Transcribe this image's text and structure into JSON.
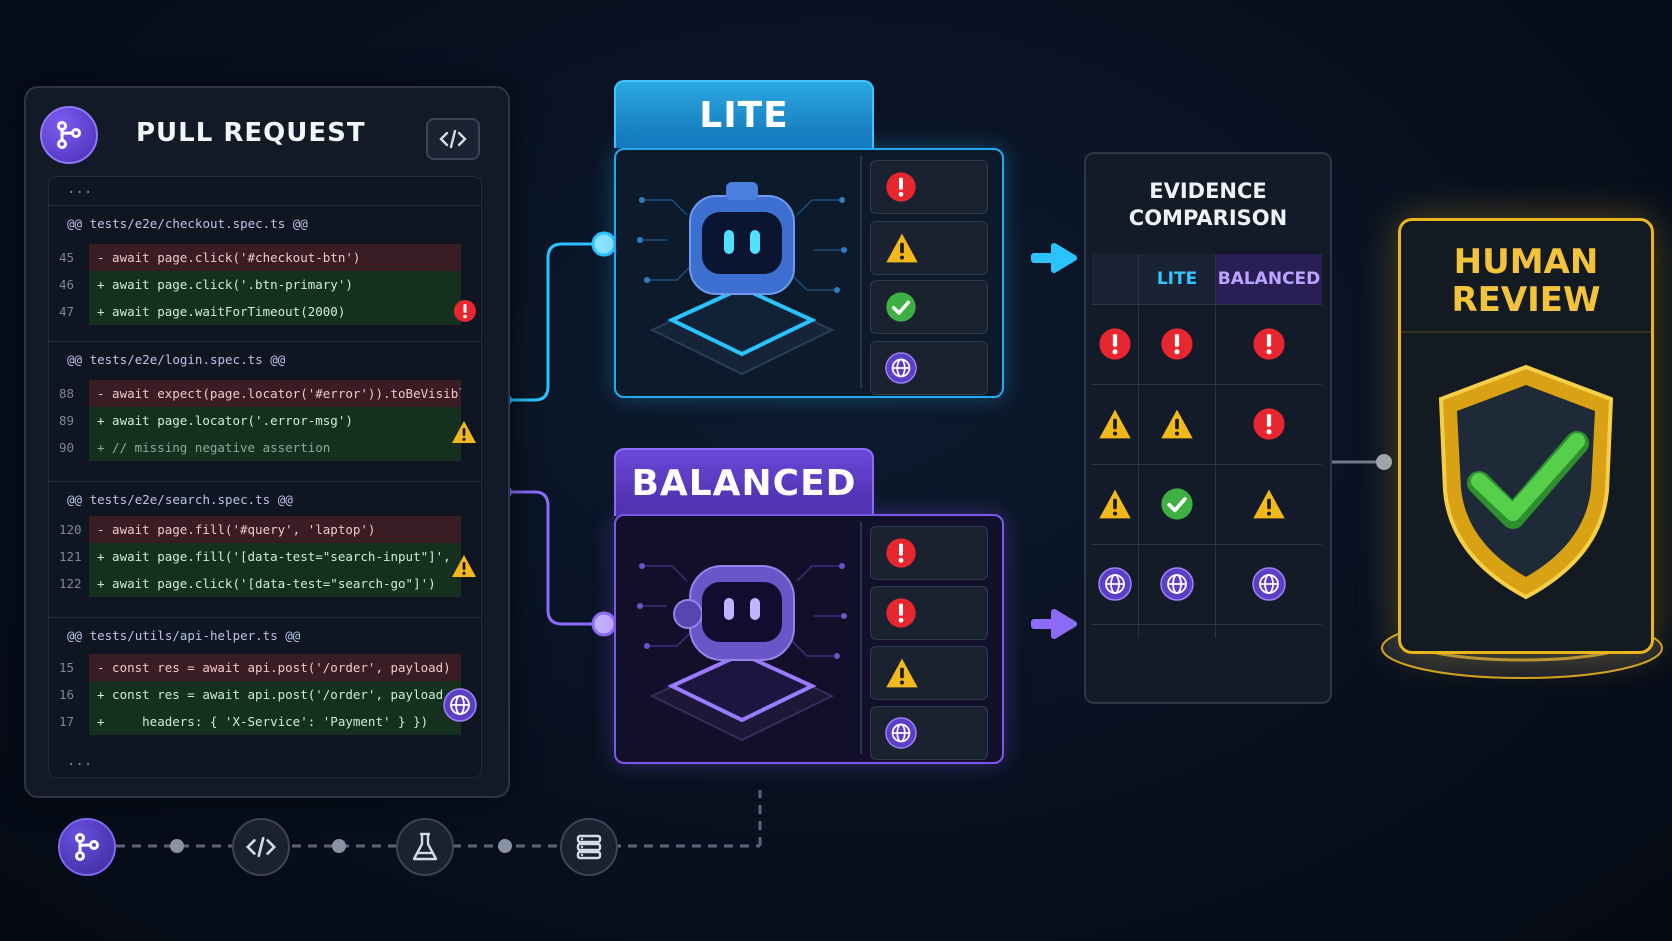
{
  "pull_request": {
    "title": "PULL REQUEST",
    "ellipsis_top": "...",
    "ellipsis_bottom": "...",
    "hunks": [
      {
        "header": "@@ tests/e2e/checkout.spec.ts @@",
        "lines": [
          {
            "num": "45",
            "kind": "del",
            "text": "- await page.click('#checkout-btn')"
          },
          {
            "num": "46",
            "kind": "add",
            "text": "+ await page.click('.btn-primary')"
          },
          {
            "num": "47",
            "kind": "add",
            "text": "+ await page.waitForTimeout(2000)"
          }
        ],
        "flag": "error"
      },
      {
        "header": "@@ tests/e2e/login.spec.ts @@",
        "lines": [
          {
            "num": "88",
            "kind": "del",
            "text": "- await expect(page.locator('#error')).toBeVisible()"
          },
          {
            "num": "89",
            "kind": "add",
            "text": "+ await page.locator('.error-msg')"
          },
          {
            "num": "90",
            "kind": "cmt",
            "text": "+ // missing negative assertion"
          }
        ],
        "flag": "warning"
      },
      {
        "header": "@@ tests/e2e/search.spec.ts @@",
        "lines": [
          {
            "num": "120",
            "kind": "del",
            "text": "- await page.fill('#query', 'laptop')"
          },
          {
            "num": "121",
            "kind": "add",
            "text": "+ await page.fill('[data-test=\"search-input\"]', 'laptop')"
          },
          {
            "num": "122",
            "kind": "add",
            "text": "+ await page.click('[data-test=\"search-go\"]')"
          }
        ],
        "flag": "warning"
      },
      {
        "header": "@@ tests/utils/api-helper.ts @@",
        "lines": [
          {
            "num": "15",
            "kind": "del",
            "text": "- const res = await api.post('/order', payload)"
          },
          {
            "num": "16",
            "kind": "add",
            "text": "+ const res = await api.post('/order', payload, {"
          },
          {
            "num": "17",
            "kind": "add",
            "text": "+     headers: { 'X-Service': 'Payment' } })"
          }
        ],
        "flag": "network"
      }
    ]
  },
  "pipeline": [
    "branch-icon",
    "code-icon",
    "flask-icon",
    "database-icon"
  ],
  "agents": {
    "lite": {
      "label": "LITE",
      "accent": "#25a9ee",
      "findings": [
        "error",
        "warning",
        "ok",
        "network"
      ]
    },
    "balanced": {
      "label": "BALANCED",
      "accent": "#7a59ea",
      "findings": [
        "error",
        "error",
        "warning",
        "network"
      ]
    }
  },
  "evidence": {
    "title_line1": "EVIDENCE",
    "title_line2": "COMPARISON",
    "col_lite": "LITE",
    "col_balanced": "BALANCED",
    "rows": [
      [
        "error",
        "error",
        "error"
      ],
      [
        "warning",
        "warning",
        "error"
      ],
      [
        "warning",
        "ok",
        "warning"
      ],
      [
        "network",
        "network",
        "network"
      ]
    ]
  },
  "human_review": {
    "title_line1": "HUMAN",
    "title_line2": "REVIEW",
    "accent": "#e8b420"
  },
  "colors": {
    "error": "#e8262f",
    "warning": "#f2b81c",
    "ok": "#3cb043",
    "network": "#5b3fc4"
  }
}
